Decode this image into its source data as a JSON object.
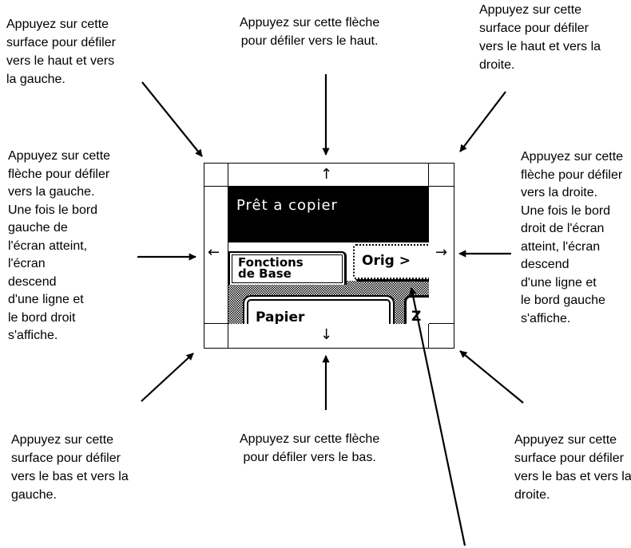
{
  "captions": {
    "top_left": "Appuyez sur cette\nsurface pour défiler\nvers le haut et vers\nla gauche.",
    "top_center": "Appuyez sur cette flèche\npour défiler vers le haut.",
    "top_right": "Appuyez sur cette\nsurface pour défiler\nvers le haut et vers la\ndroite.",
    "left": "Appuyez sur cette\nflèche pour défiler\nvers la gauche.\nUne fois le bord\ngauche de\nl'écran atteint,\nl'écran\ndescend\nd'une ligne et\nle bord droit\ns'affiche.",
    "right": "Appuyez sur cette\nflèche pour défiler\nvers la droite.\nUne fois le bord\ndroit de l'écran\natteint, l'écran\ndescend\nd'une ligne et\nle bord gauche\ns'affiche.",
    "bottom_left": "Appuyez sur cette\nsurface pour défiler\nvers le bas et vers la\ngauche.",
    "bottom_center": "Appuyez sur cette flèche\npour défiler vers le bas.",
    "bottom_right": "Appuyez sur cette\nsurface pour défiler\nvers le bas et vers la\ndroite."
  },
  "screen": {
    "status_text": "Prêt a copier",
    "tab_active_line1": "Fonctions",
    "tab_active_line2": "de Base",
    "tab_next": "Orig >",
    "button_paper": "Papier",
    "button_next_partial": "Z"
  },
  "scroll_glyphs": {
    "up": "↑",
    "down": "↓",
    "left": "←",
    "right": "→"
  },
  "icons": [
    "arrow-up-icon",
    "arrow-down-icon",
    "arrow-left-icon",
    "arrow-right-icon"
  ]
}
